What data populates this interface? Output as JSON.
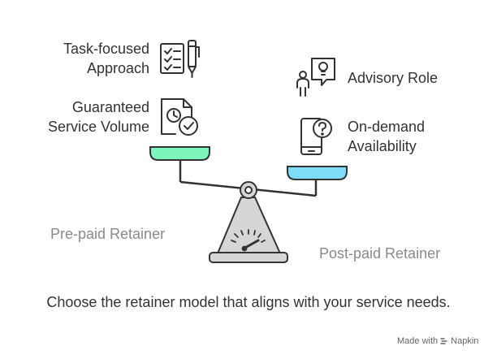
{
  "left_side": {
    "title": "Pre-paid Retainer",
    "items": [
      {
        "line1": "Task-focused",
        "line2": "Approach",
        "icon": "checklist-pen-icon"
      },
      {
        "line1": "Guaranteed",
        "line2": "Service Volume",
        "icon": "clock-check-document-icon"
      }
    ],
    "pan_color": "#7df5bd"
  },
  "right_side": {
    "title": "Post-paid Retainer",
    "items": [
      {
        "line1": "Advisory Role",
        "icon": "person-lightbulb-icon"
      },
      {
        "line1": "On-demand",
        "line2": "Availability",
        "icon": "phone-question-icon"
      }
    ],
    "pan_color": "#7ddcf8"
  },
  "caption": "Choose the retainer model that aligns with your service needs.",
  "footer": {
    "made_with": "Made with",
    "brand": "Napkin"
  },
  "colors": {
    "outline": "#333333",
    "scale_body": "#d6d6d6",
    "text": "#333333",
    "muted_text": "#8a8a8a"
  }
}
